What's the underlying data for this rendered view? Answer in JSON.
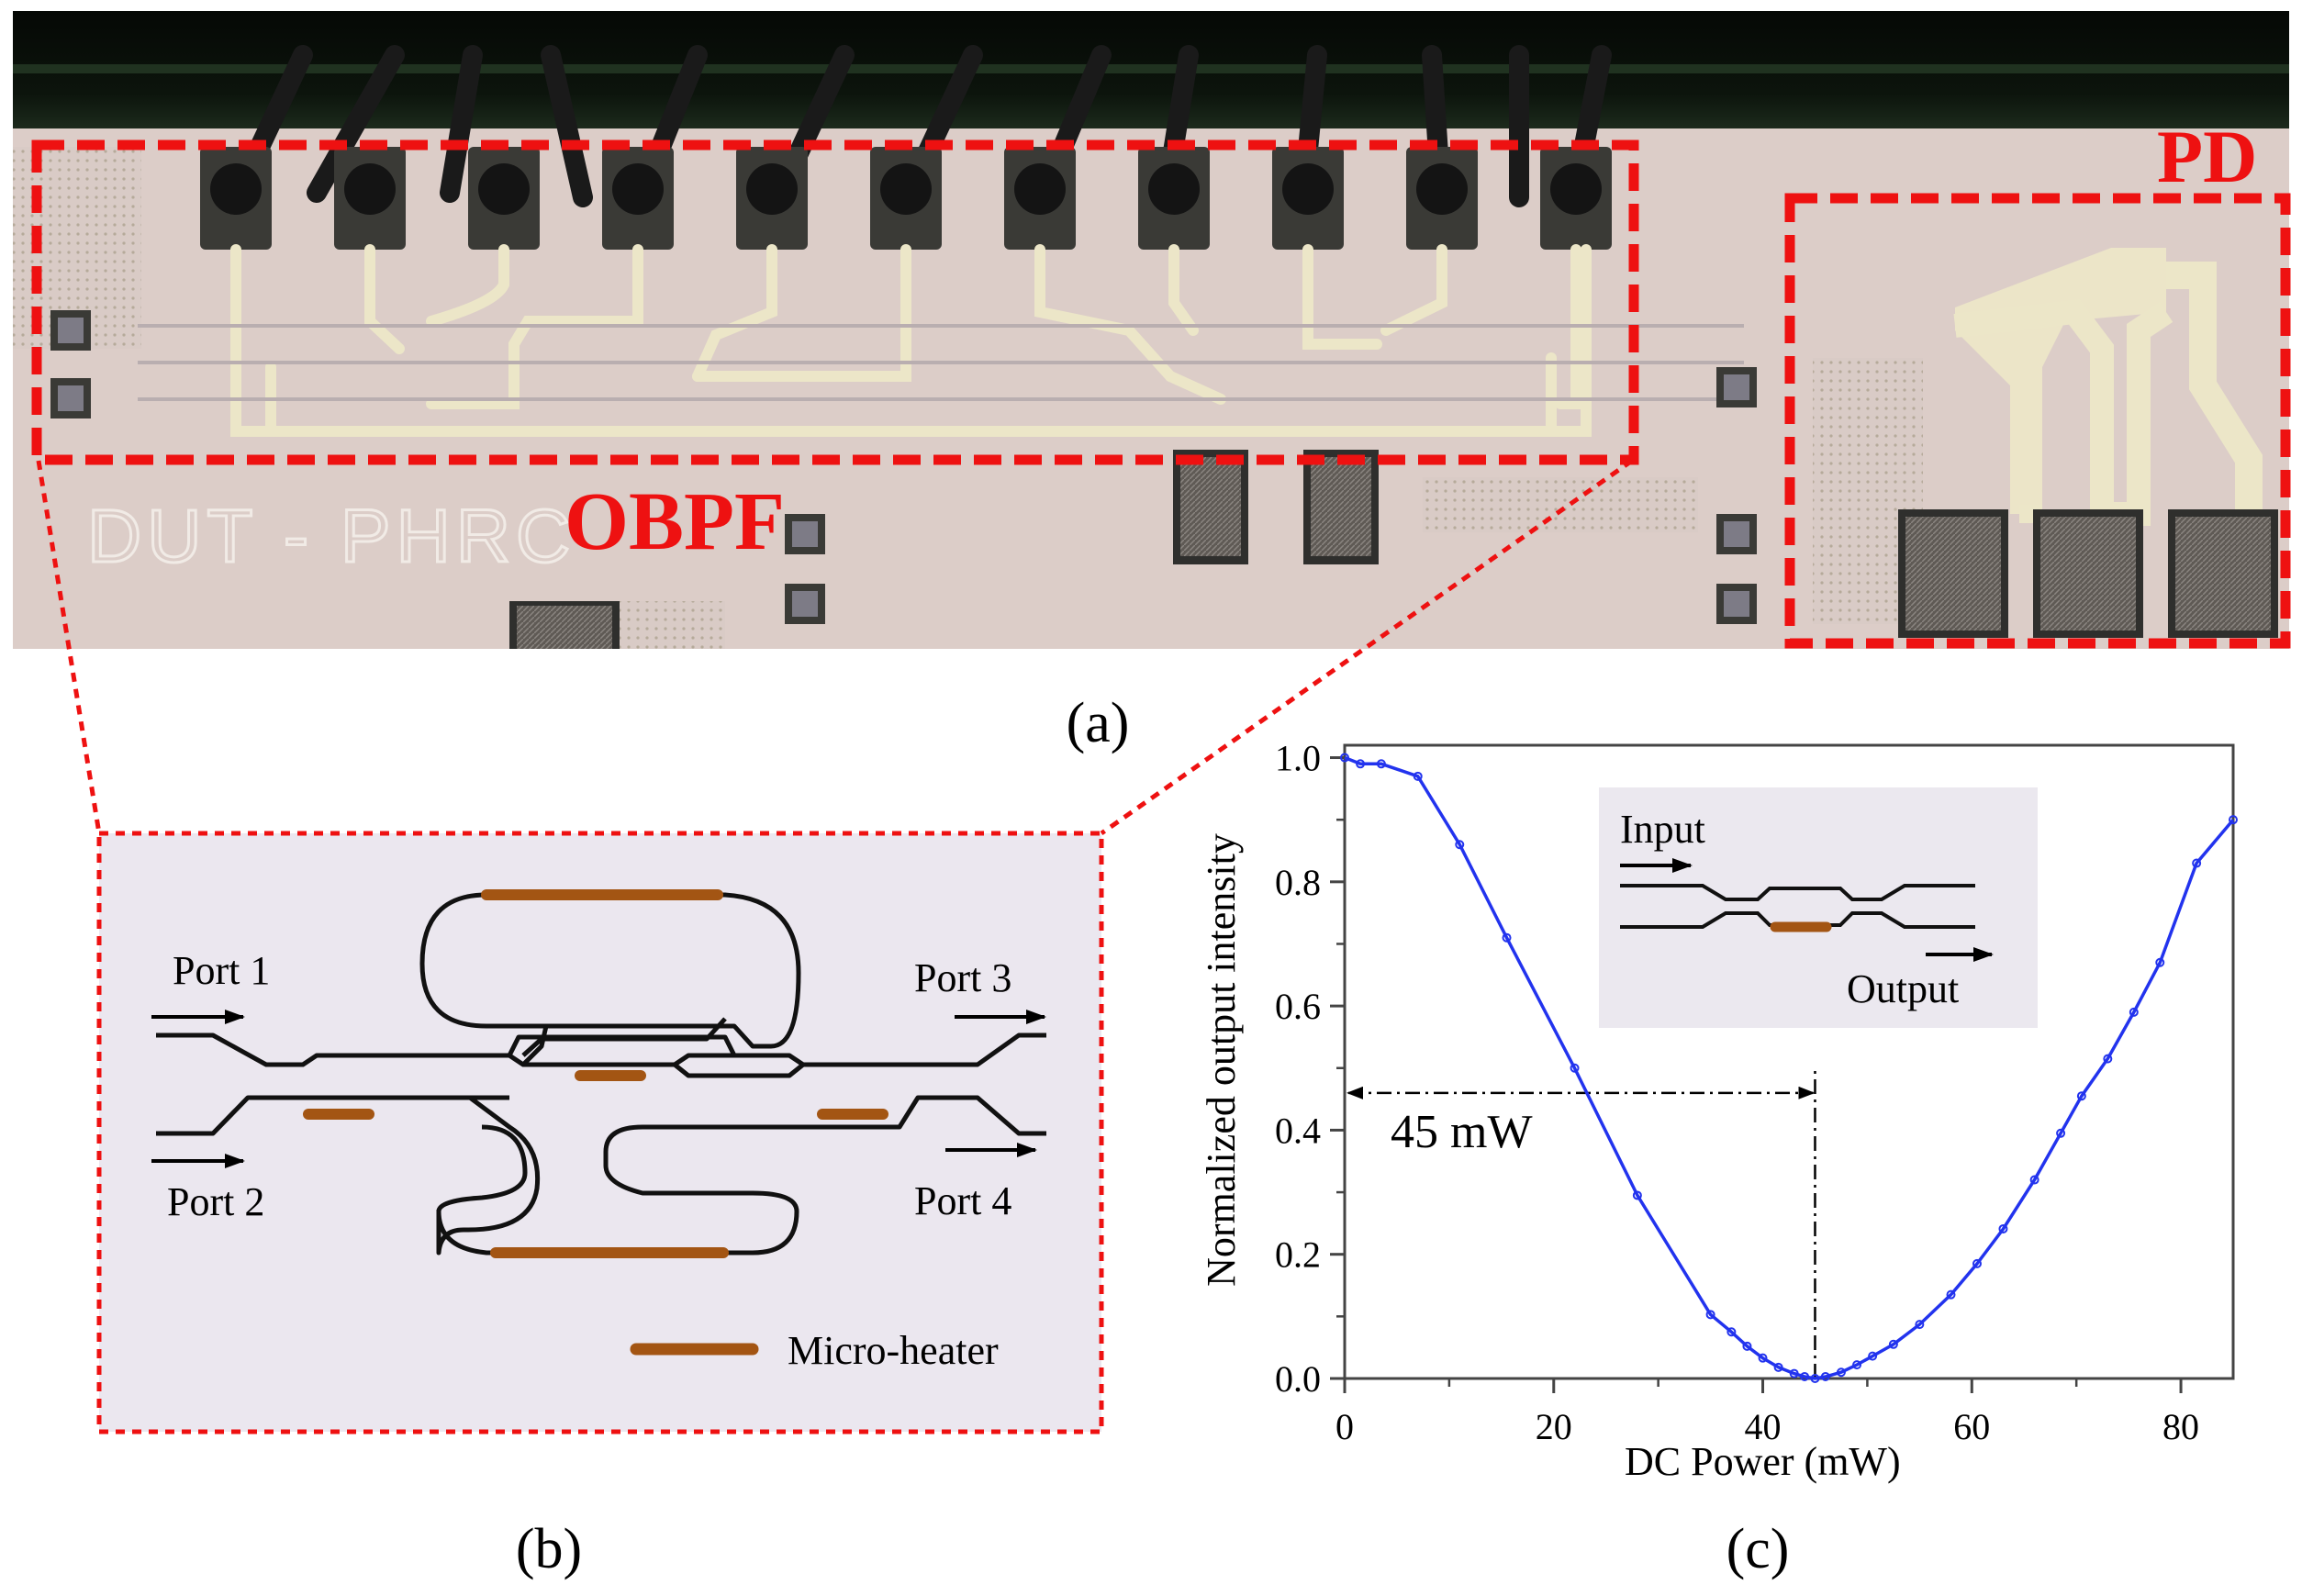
{
  "panel_a": {
    "caption": "(a)",
    "region_labels": {
      "filter": "OBPF",
      "detector": "PD"
    },
    "chip_text": "DUT - PHRC",
    "colors": {
      "highlight": "#ee1111",
      "chip_bg": "#d9cbc6",
      "wire": "#1a1a1a",
      "metal": "#ece6c8"
    }
  },
  "panel_b": {
    "caption": "(b)",
    "ports": [
      "Port 1",
      "Port 3",
      "Port 2",
      "Port 4"
    ],
    "legend_label": "Micro-heater",
    "colors": {
      "background": "#ebe7ef",
      "waveguide": "#111111",
      "heater": "#a35513",
      "border": "#ee1111"
    }
  },
  "panel_c": {
    "caption": "(c)",
    "inset": {
      "input_label": "Input",
      "output_label": "Output"
    },
    "annotation": "45 mW",
    "colors": {
      "curve": "#2233ee",
      "inset_bg": "#ebe8ef"
    }
  },
  "chart_data": {
    "type": "line",
    "xlabel": "DC Power (mW)",
    "ylabel": "Normalized output intensity",
    "xlim": [
      0,
      85
    ],
    "ylim": [
      0.0,
      1.02
    ],
    "xticks": [
      "0",
      "20",
      "40",
      "60",
      "80"
    ],
    "yticks": [
      "0.0",
      "0.2",
      "0.4",
      "0.6",
      "0.8",
      "1.0"
    ],
    "grid": false,
    "marker_line_x": 45,
    "series": [
      {
        "x": [
          0,
          1.5,
          3.5,
          7,
          11,
          15.5,
          22,
          28,
          35,
          37,
          38.5,
          40,
          41.5,
          43,
          44,
          45,
          46,
          47.5,
          49,
          50.5,
          52.5,
          55,
          58,
          60.5,
          63,
          66,
          68.5,
          70.5,
          73,
          75.5,
          78,
          81.5,
          85
        ],
        "y": [
          1.0,
          0.99,
          0.99,
          0.97,
          0.86,
          0.71,
          0.5,
          0.295,
          0.103,
          0.075,
          0.052,
          0.033,
          0.018,
          0.008,
          0.003,
          0.0,
          0.003,
          0.01,
          0.022,
          0.036,
          0.055,
          0.087,
          0.135,
          0.185,
          0.241,
          0.32,
          0.395,
          0.455,
          0.515,
          0.59,
          0.67,
          0.83,
          0.9
        ]
      }
    ]
  }
}
